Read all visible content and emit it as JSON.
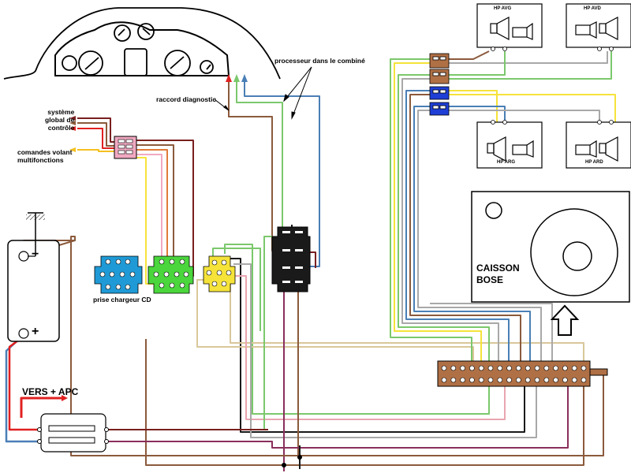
{
  "labels": {
    "systeme_global": "système\nglobal de\ncontrôle",
    "commandes_volant": "comandes volant\nmultifonctions",
    "raccord_diagnostic": "raccord diagnostic",
    "processeur": "processeur dans le combiné",
    "prise_chargeur": "prise chargeur CD",
    "caisson_bose": "CAISSON\nBOSE",
    "vers_apc": "VERS + APC",
    "battery_minus": "−",
    "battery_plus": "+"
  },
  "speakers": {
    "avg": "HP  AVG",
    "avd": "HP  AVD",
    "arg": "HP  ARG",
    "ard": "HP  ARD"
  },
  "colors": {
    "brown": "#8b5a3c",
    "dark_red": "#7a1f1f",
    "red": "#e02020",
    "green": "#7bc86c",
    "blue": "#4a7fb5",
    "yellow": "#f5e33a",
    "pink": "#e8a6b0",
    "beige": "#d9c79a",
    "grey": "#a8a8a8",
    "purple": "#8a2f5c",
    "black": "#1a1a1a",
    "orange": "#e07a3a",
    "connector_green": "#4ad63c",
    "connector_blue": "#1f9ad6",
    "connector_yellow": "#f5e33a",
    "connector_brown": "#b07045",
    "connector_darkblue": "#1f3fd6",
    "connector_pink": "#f0a8c0"
  }
}
